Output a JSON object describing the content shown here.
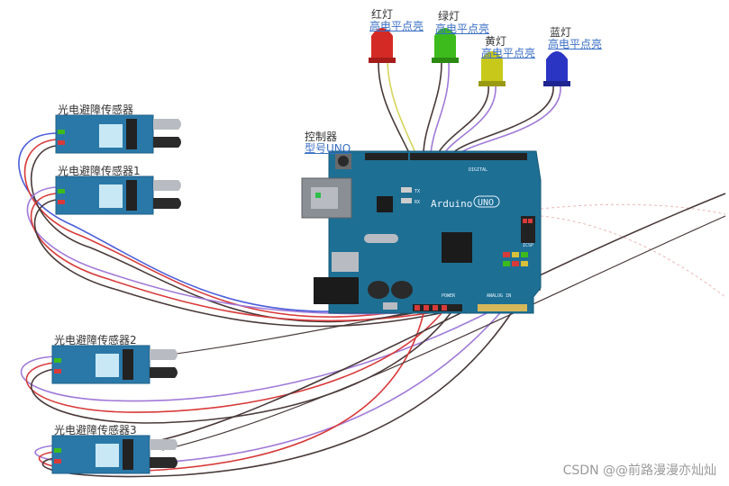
{
  "labels": {
    "red_led": "红灯",
    "red_led_desc": "高电平点亮",
    "green_led": "绿灯",
    "green_led_desc": "高电平点亮",
    "yellow_led": "黄灯",
    "yellow_led_desc": "高电平点亮",
    "blue_led": "蓝灯",
    "blue_led_desc": "高电平点亮",
    "controller": "控制器",
    "controller_model": "型号UNO",
    "sensor_0": "光电避障传感器",
    "sensor_1": "光电避障传感器1",
    "sensor_2": "光电避障传感器2",
    "sensor_3": "光电避障传感器3"
  },
  "board": {
    "brand": "Arduino",
    "model": "UNO",
    "digital": "DIGITAL",
    "power": "POWER",
    "analog": "ANALOG IN",
    "icsp": "ICSP",
    "tx": "TX",
    "rx": "RX"
  },
  "watermark": "CSDN @@前路漫漫亦灿灿",
  "colors": {
    "board": "#1e6f94",
    "sensor": "#2a78a8",
    "led_red": "#d42a25",
    "led_green": "#3dbb1d",
    "led_yellow": "#c8c81b",
    "led_blue": "#2b35c4",
    "wire_red": "#d83a3a",
    "wire_dark": "#4a3a3a",
    "wire_purple": "#a07ad8",
    "wire_blue": "#4c5ed9",
    "label_blue": "#3a6fc4"
  }
}
